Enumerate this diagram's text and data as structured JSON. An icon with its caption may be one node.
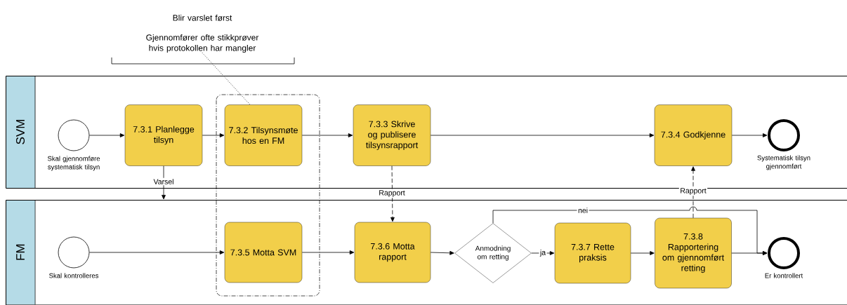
{
  "diagram": {
    "nodes": [
      {
        "text": [
          "Blir varslet først",
          "Gjennomfører ofte stikkprøver hvis protokollen har mangler"
        ]
      },
      {
        "text": [
          "SVM"
        ]
      },
      {
        "text": [
          "FM"
        ]
      },
      {
        "text": [],
        "shape": "circle",
        "beside": [
          "Skal gjennomføre systematisk tilsyn"
        ],
        "in": 1
      },
      {
        "text": [
          "7.3.1 Planlegge tilsyn"
        ],
        "in": 1
      },
      {
        "text": [
          "7.3.2 Tilsynsmøte hos en FM"
        ],
        "in": 1
      },
      {
        "text": [
          "7.3.3 Skrive og publisere tilsynsrapport"
        ],
        "in": 1
      },
      {
        "text": [
          "7.3.4 Godkjenne"
        ],
        "in": 1
      },
      {
        "text": [],
        "shape": "circle",
        "beside": [
          "Systematisk tilsyn gjennomført"
        ],
        "in": 1
      },
      {
        "text": [],
        "shape": "circle",
        "beside": [
          "Skal kontrolleres"
        ],
        "in": 2
      },
      {
        "text": [
          "7.3.5 Motta SVM"
        ],
        "in": 2
      },
      {
        "text": [
          "7.3.6 Motta rapport"
        ],
        "in": 2
      },
      {
        "text": [
          "Anmodning om retting"
        ],
        "in": 2
      },
      {
        "text": [
          "7.3.7 Rette praksis"
        ],
        "in": 2
      },
      {
        "text": [
          "7.3.8 Rapportering om gjennomført retting"
        ],
        "in": 2
      },
      {
        "text": [],
        "shape": "circle",
        "beside": [
          "Er kontrollert"
        ],
        "in": 2
      }
    ],
    "edges": [
      {
        "from": 0,
        "to": 5,
        "arrow": "none",
        "style": "dashed"
      },
      {
        "from": 3,
        "to": 4,
        "arrow": "to"
      },
      {
        "from": 4,
        "to": 5,
        "arrow": "to"
      },
      {
        "from": 5,
        "to": 6,
        "arrow": "to"
      },
      {
        "from": 6,
        "to": 7,
        "arrow": "to"
      },
      {
        "from": 7,
        "to": 8,
        "arrow": "to"
      },
      {
        "from": 4,
        "to": 2,
        "arrow": "to",
        "label": "Varsel"
      },
      {
        "from": 6,
        "to": 11,
        "arrow": "to",
        "label": "Rapport",
        "style": "dashed"
      },
      {
        "from": 14,
        "to": 7,
        "arrow": "to",
        "label": "Rapport",
        "style": "dashed"
      },
      {
        "from": 9,
        "to": 10,
        "arrow": "to"
      },
      {
        "from": 10,
        "to": 11,
        "arrow": "to"
      },
      {
        "from": 11,
        "to": 12,
        "arrow": "to"
      },
      {
        "from": 12,
        "to": 13,
        "arrow": "to",
        "label": "ja"
      },
      {
        "from": 13,
        "to": 14,
        "arrow": "to"
      },
      {
        "from": 14,
        "to": 15,
        "arrow": "to"
      },
      {
        "from": 12,
        "to": 15,
        "arrow": "to",
        "label": "nei"
      }
    ]
  }
}
